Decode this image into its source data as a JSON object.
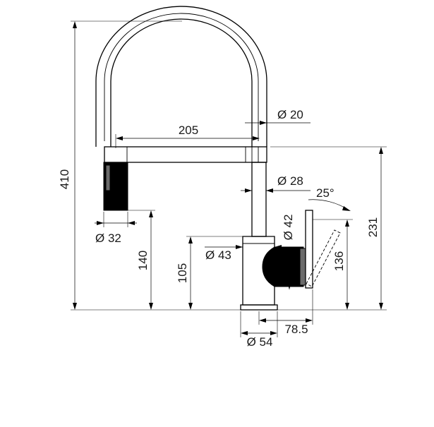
{
  "dimensions": {
    "height_total": "410",
    "diameter_tube": "Ø 20",
    "reach": "205",
    "diameter_head_body": "Ø 28",
    "angle_lever": "25°",
    "diameter_handle": "Ø 42",
    "height_spout": "231",
    "diameter_spray": "Ø 32",
    "diameter_body": "Ø 43",
    "height_spray": "140",
    "height_body": "105",
    "height_lever": "136",
    "offset_base": "78.5",
    "diameter_base": "Ø 54"
  }
}
